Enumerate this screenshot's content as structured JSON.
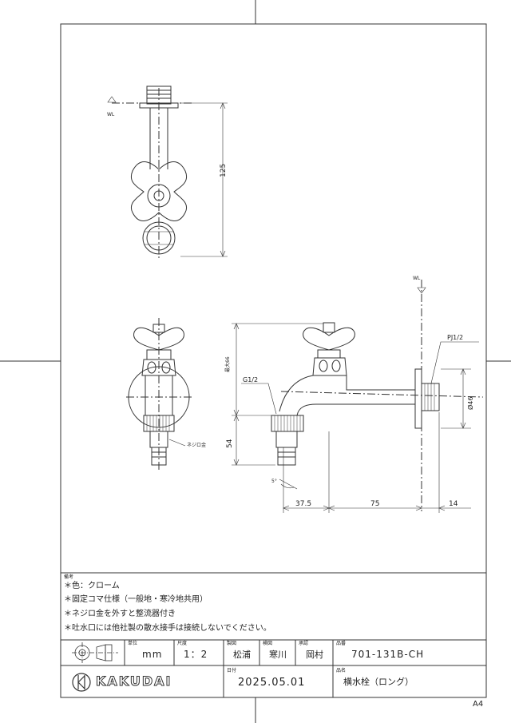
{
  "dimensions": {
    "d125": "125",
    "d66": "最大66",
    "d54": "54",
    "d37_5": "37.5",
    "d75": "75",
    "d14": "14",
    "d46": "Ø46",
    "d5deg": "5°"
  },
  "labels": {
    "wl_top": "WL",
    "wl_side": "WL",
    "pj": "PJ1/2",
    "g": "G1/2",
    "nejiro": "ネジロ金"
  },
  "notes": {
    "heading": "備考",
    "lines": [
      "＊色：クローム",
      "＊固定コマ仕様（一般地・寒冷地共用）",
      "＊ネジロ金を外すと整流器付き",
      "＊吐水口には他社製の散水接手は接続しないでください。"
    ]
  },
  "titleblock": {
    "unit_label": "単位",
    "unit_value": "mm",
    "scale_label": "尺度",
    "scale_value": "1：2",
    "drawn_label": "製図",
    "drawn_value": "松浦",
    "checked_label": "検図",
    "checked_value": "寒川",
    "approved_label": "承認",
    "approved_value": "岡村",
    "partno_label": "品番",
    "partno_value": "701-131B-CH",
    "date_label": "日付",
    "date_value": "2025.05.01",
    "name_label": "品名",
    "name_value": "横水栓（ロング）",
    "brand": "KAKUDAI",
    "sheet": "A4"
  },
  "icons": [
    "third-angle-projection-icon",
    "kakudai-logo-icon"
  ]
}
